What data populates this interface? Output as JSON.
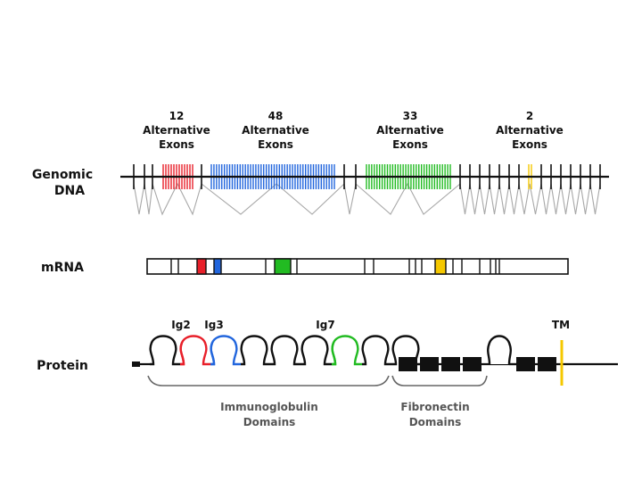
{
  "rows": {
    "genomic": "Genomic",
    "genomic2": "DNA",
    "mrna": "mRNA",
    "protein": "Protein"
  },
  "alt_exon_groups": [
    {
      "count": "12",
      "line1": "Alternative",
      "line2": "Exons",
      "color": "#e8202a"
    },
    {
      "count": "48",
      "line1": "Alternative",
      "line2": "Exons",
      "color": "#2266dd"
    },
    {
      "count": "33",
      "line1": "Alternative",
      "line2": "Exons",
      "color": "#22bb22"
    },
    {
      "count": "2",
      "line1": "Alternative",
      "line2": "Exons",
      "color": "#f5c800"
    }
  ],
  "protein_labels": {
    "ig2": "Ig2",
    "ig3": "Ig3",
    "ig7": "Ig7",
    "tm": "TM"
  },
  "domain_groups": {
    "immunoglobulin_1": "Immunoglobulin",
    "immunoglobulin_2": "Domains",
    "fibronectin_1": "Fibronectin",
    "fibronectin_2": "Domains"
  },
  "colors": {
    "red": "#e8202a",
    "blue": "#2266dd",
    "green": "#22bb22",
    "yellow": "#f5c800",
    "black": "#111111",
    "gray": "#999999"
  },
  "ig_domains": [
    {
      "name": "Ig1",
      "color": "black"
    },
    {
      "name": "Ig2",
      "color": "red"
    },
    {
      "name": "Ig3",
      "color": "blue"
    },
    {
      "name": "Ig4",
      "color": "black"
    },
    {
      "name": "Ig5",
      "color": "black"
    },
    {
      "name": "Ig6",
      "color": "black"
    },
    {
      "name": "Ig7",
      "color": "green"
    },
    {
      "name": "Ig8",
      "color": "black"
    },
    {
      "name": "Ig9",
      "color": "black"
    }
  ],
  "fibronectin_domain_count": 4,
  "extra_ig_domain_count": 1,
  "extra_fibronectin_domain_count": 2
}
